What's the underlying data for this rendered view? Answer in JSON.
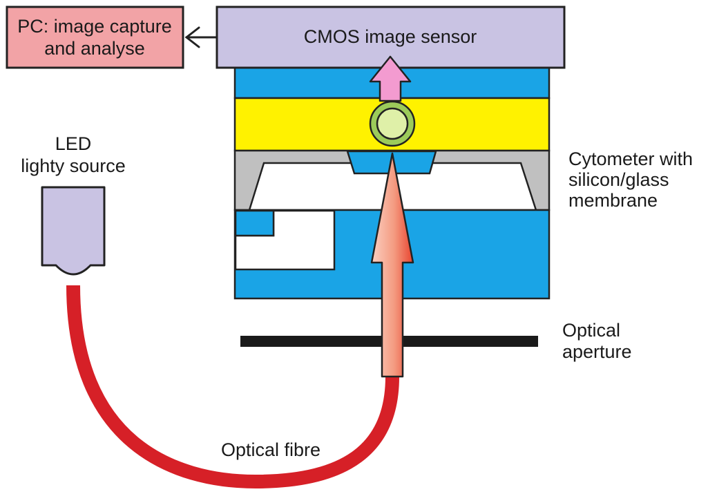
{
  "boxes": {
    "pc_line1": "PC: image capture",
    "pc_line2": "and analyse",
    "sensor": "CMOS image sensor"
  },
  "labels": {
    "led_line1": "LED",
    "led_line2": "lighty source",
    "cytometer_line1": "Cytometer with",
    "cytometer_line2": "silicon/glass",
    "cytometer_line3": "membrane",
    "aperture_line1": "Optical",
    "aperture_line2": "aperture",
    "fibre": "Optical fibre"
  },
  "colors": {
    "pc_box": "#f2a3a6",
    "sensor_box": "#c9c3e3",
    "led_body": "#c9c3e3",
    "channel_blue": "#1aa4e6",
    "membrane_yellow": "#fff200",
    "silicon_gray": "#c0c0c0",
    "fibre_red": "#d62027",
    "arrow_salmon": "#f6a58c",
    "arrow_pink": "#f39bd0",
    "cell_green": "#9ccb5a",
    "aperture_black": "#1a1a1a"
  }
}
